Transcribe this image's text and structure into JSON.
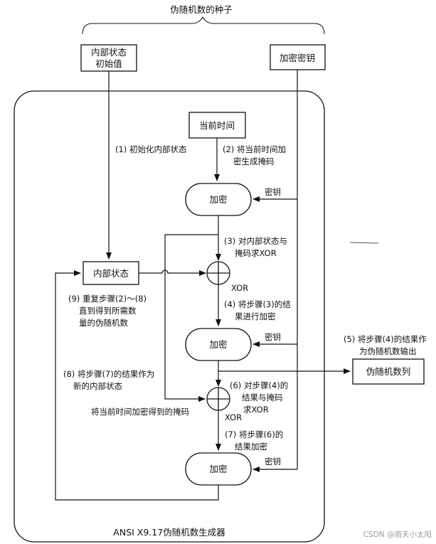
{
  "diagram": {
    "seed_title": "伪随机数的种子",
    "initial_state": [
      "内部状态",
      "初始值"
    ],
    "key_top": "加密密钥",
    "current_time": "当前时间",
    "encrypt": "加密",
    "key": "密钥",
    "internal_state": "内部状态",
    "xor": "XOR",
    "output_box": "伪随机数列",
    "steps": {
      "s1": "(1) 初始化内部状态",
      "s2": [
        "(2) 将当前时间加",
        "密生成掩码"
      ],
      "s3": [
        "(3) 对内部状态与",
        "掩码求XOR"
      ],
      "s4": [
        "(4) 将步骤(3)的结",
        "果进行加密"
      ],
      "s5": [
        "(5) 将步骤(4)的结果作",
        "为伪随机数输出"
      ],
      "s6": [
        "(6) 对步骤(4)的",
        "结果与掩码",
        "求XOR"
      ],
      "s7": [
        "(7) 将步骤(6)的",
        "结果加密"
      ],
      "s8": [
        "(8) 将步骤(7)的结果作为",
        "新的内部状态"
      ],
      "s9": [
        "(9) 重复步骤(2)～(8)",
        "直到得到所需数",
        "量的伪随机数"
      ]
    },
    "mask_label": "将当前时间加密得到的掩码",
    "generator_title": "ANSI X9.17伪随机数生成器",
    "watermark": "CSDN @雨天小太阳"
  }
}
